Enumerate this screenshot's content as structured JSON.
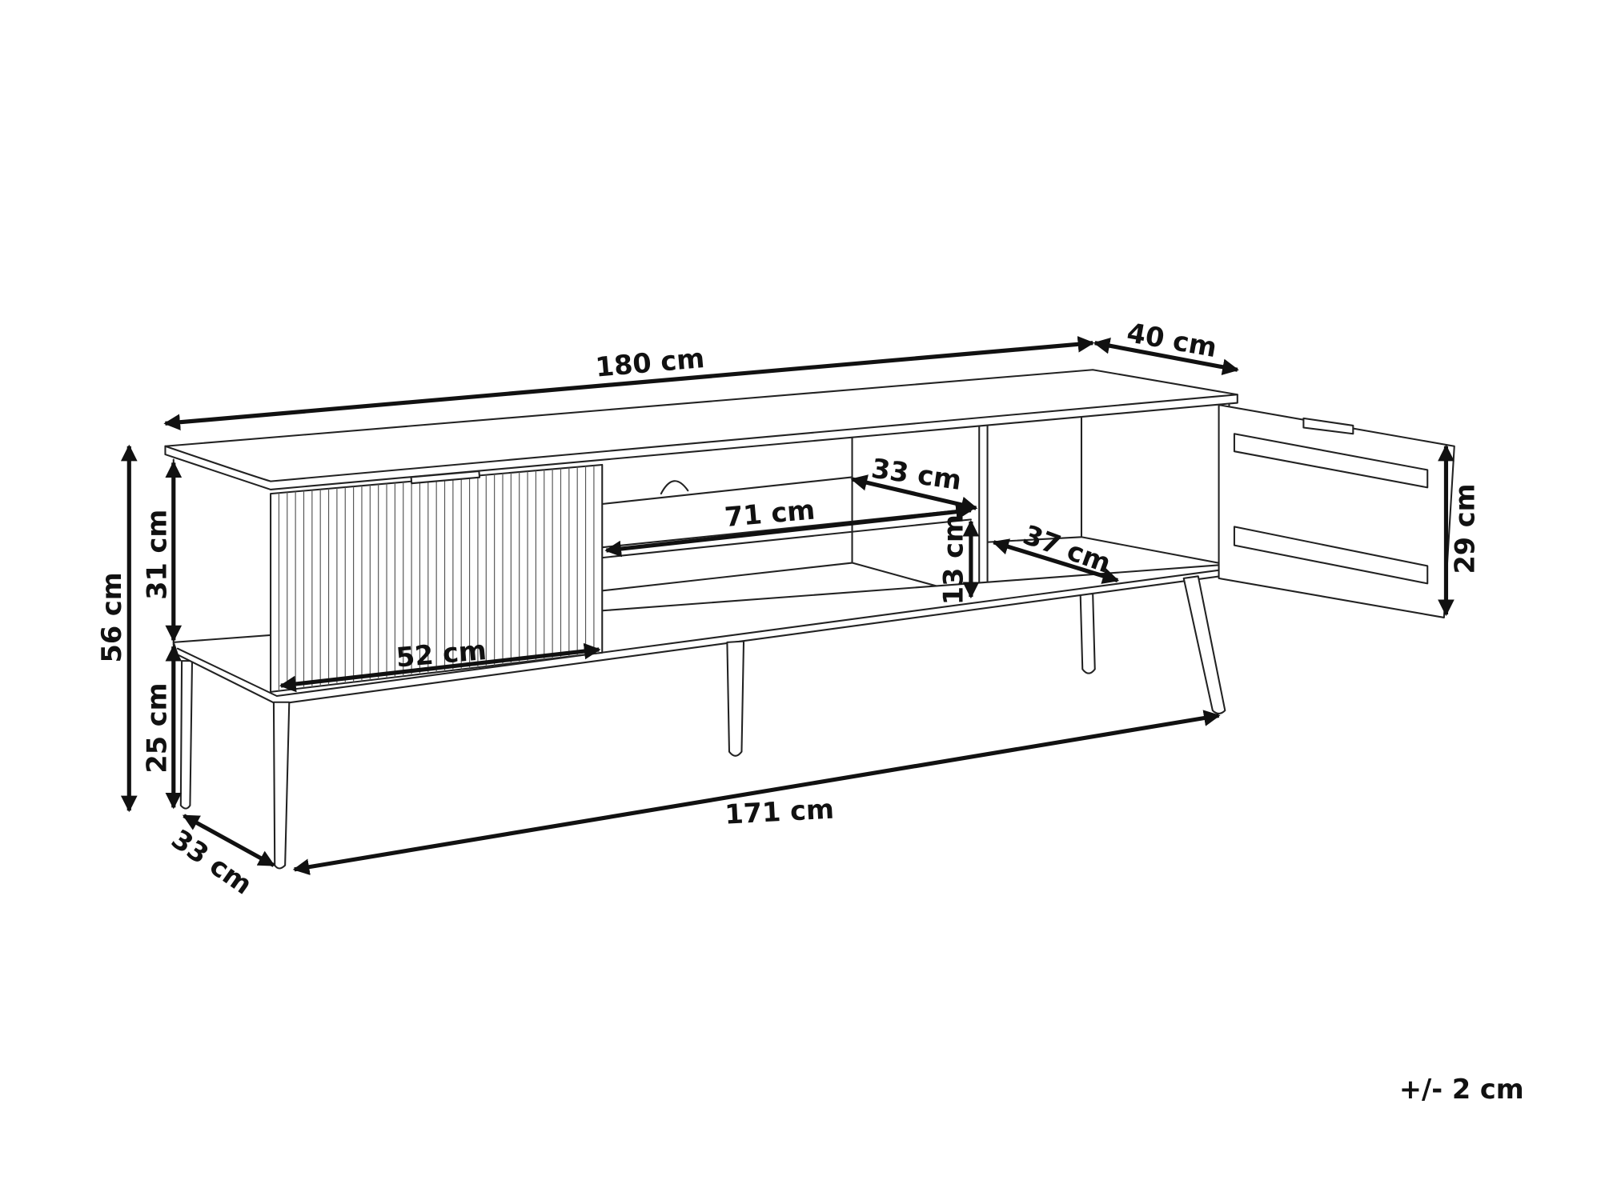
{
  "dimensions": {
    "total_width": "180 cm",
    "depth": "40 cm",
    "total_height": "56 cm",
    "body_height": "31 cm",
    "leg_height": "25 cm",
    "leg_depth_span": "33 cm",
    "leg_width_span": "171 cm",
    "door_width": "52 cm",
    "shelf_width": "71 cm",
    "shelf_depth": "33 cm",
    "shelf_height": "13 cm",
    "cabinet_depth": "37 cm",
    "cabinet_height": "29 cm"
  },
  "tolerance": "+/- 2 cm",
  "colors": {
    "line": "#222222",
    "background": "#ffffff"
  }
}
